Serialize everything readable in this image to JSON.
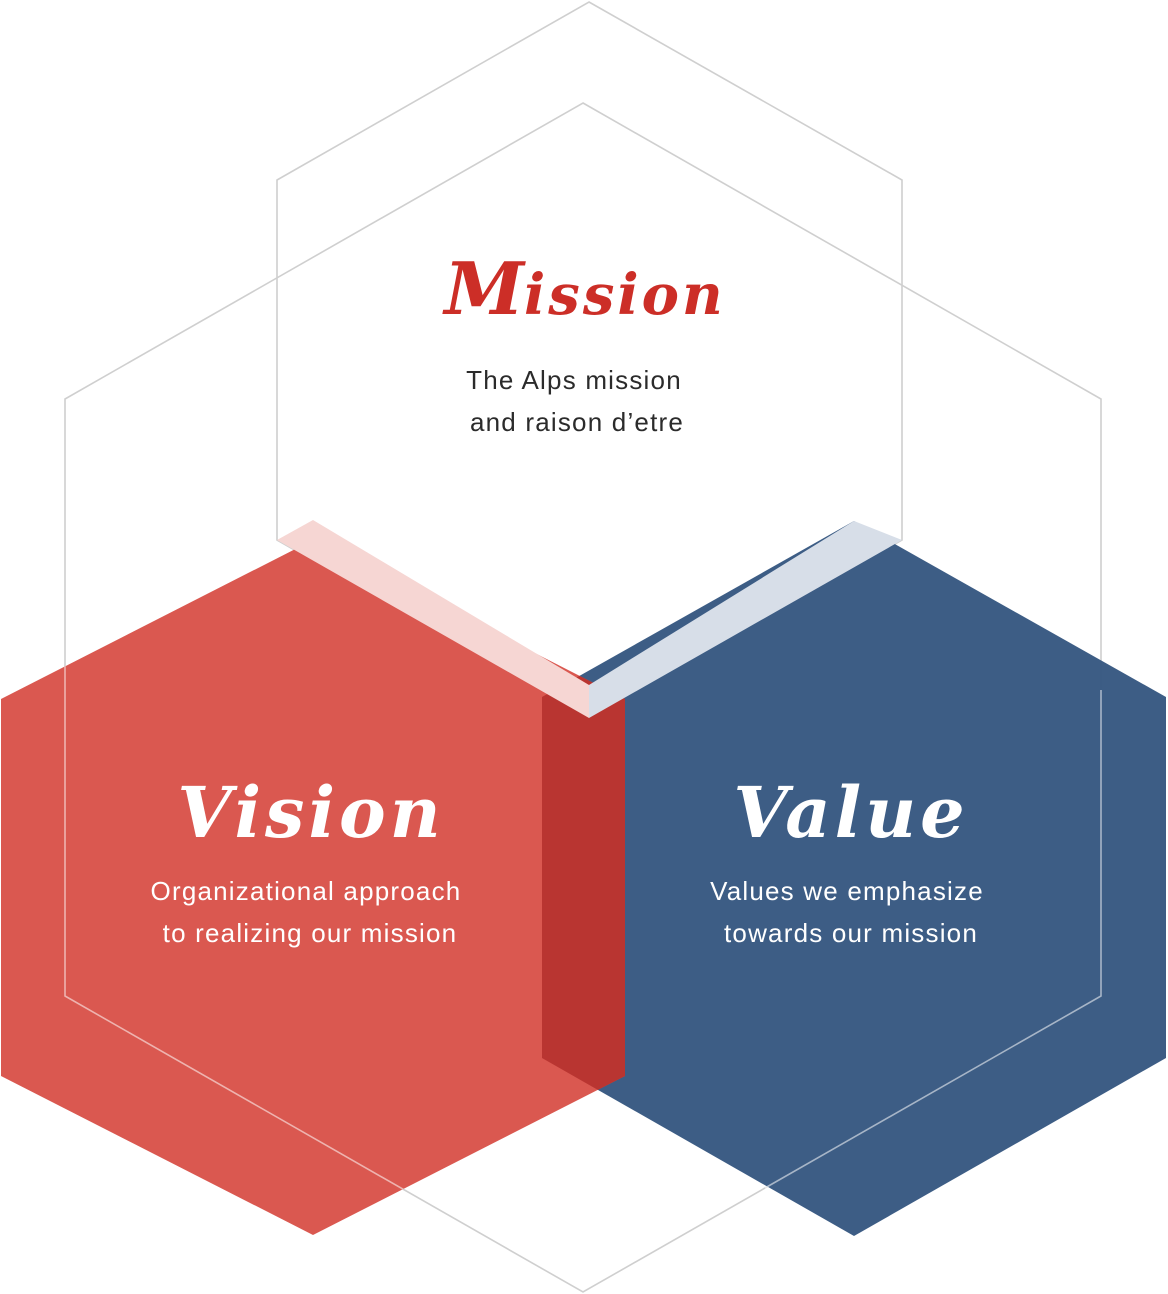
{
  "colors": {
    "accent_red": "#d9534a",
    "accent_red_dark": "#b93531",
    "accent_blue": "#375881",
    "outline_gray": "#cfcfcf",
    "text_dark": "#2b2b2b",
    "text_light": "#ffffff",
    "mission_title_red": "#cc2e27"
  },
  "mission": {
    "title_initial": "M",
    "title_rest": "ission",
    "desc_line1": "The Alps mission",
    "desc_line2": "and raison d’etre"
  },
  "vision": {
    "title": "Vision",
    "desc_line1": "Organizational approach",
    "desc_line2": "to realizing our mission"
  },
  "value": {
    "title": "Value",
    "desc_line1": "Values we emphasize",
    "desc_line2": "towards our mission"
  }
}
